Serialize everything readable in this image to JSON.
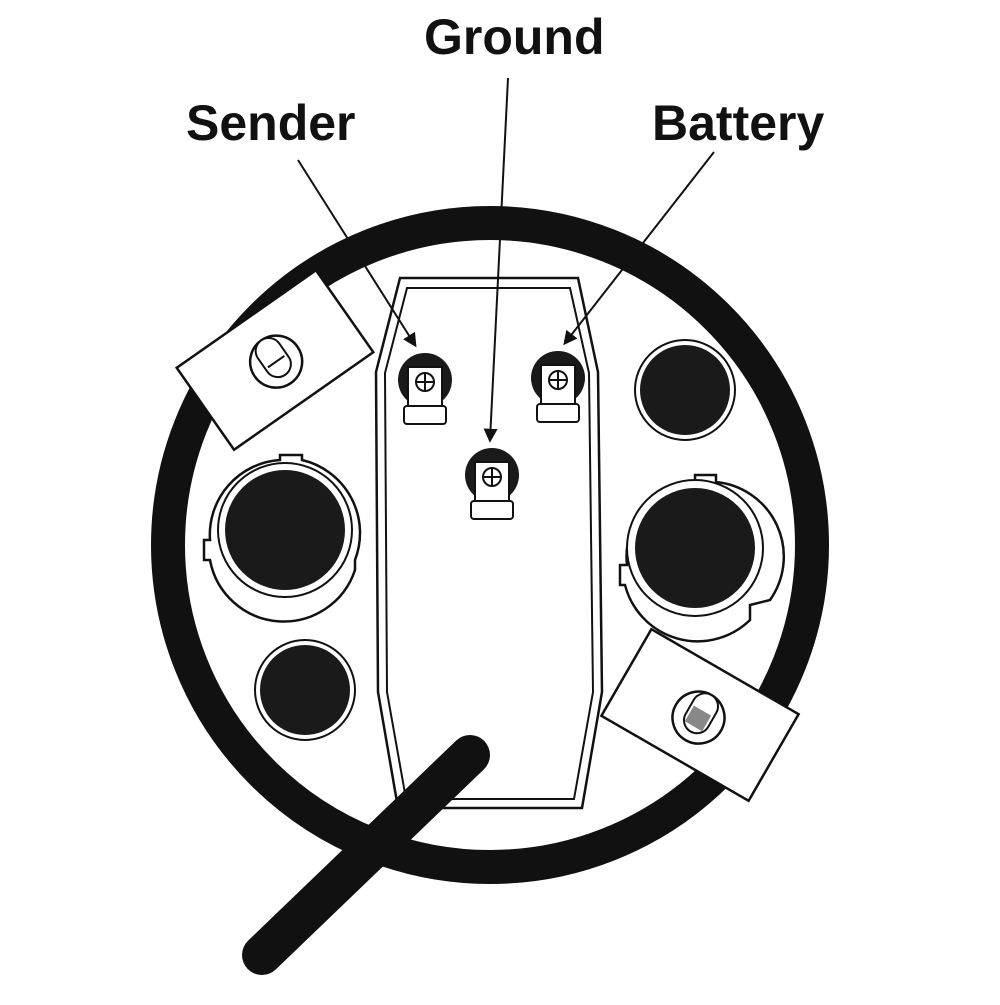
{
  "labels": {
    "ground": "Ground",
    "sender": "Sender",
    "battery": "Battery"
  },
  "colors": {
    "ink": "#111111",
    "paper": "#ffffff",
    "hole": "#1a1a1a"
  }
}
